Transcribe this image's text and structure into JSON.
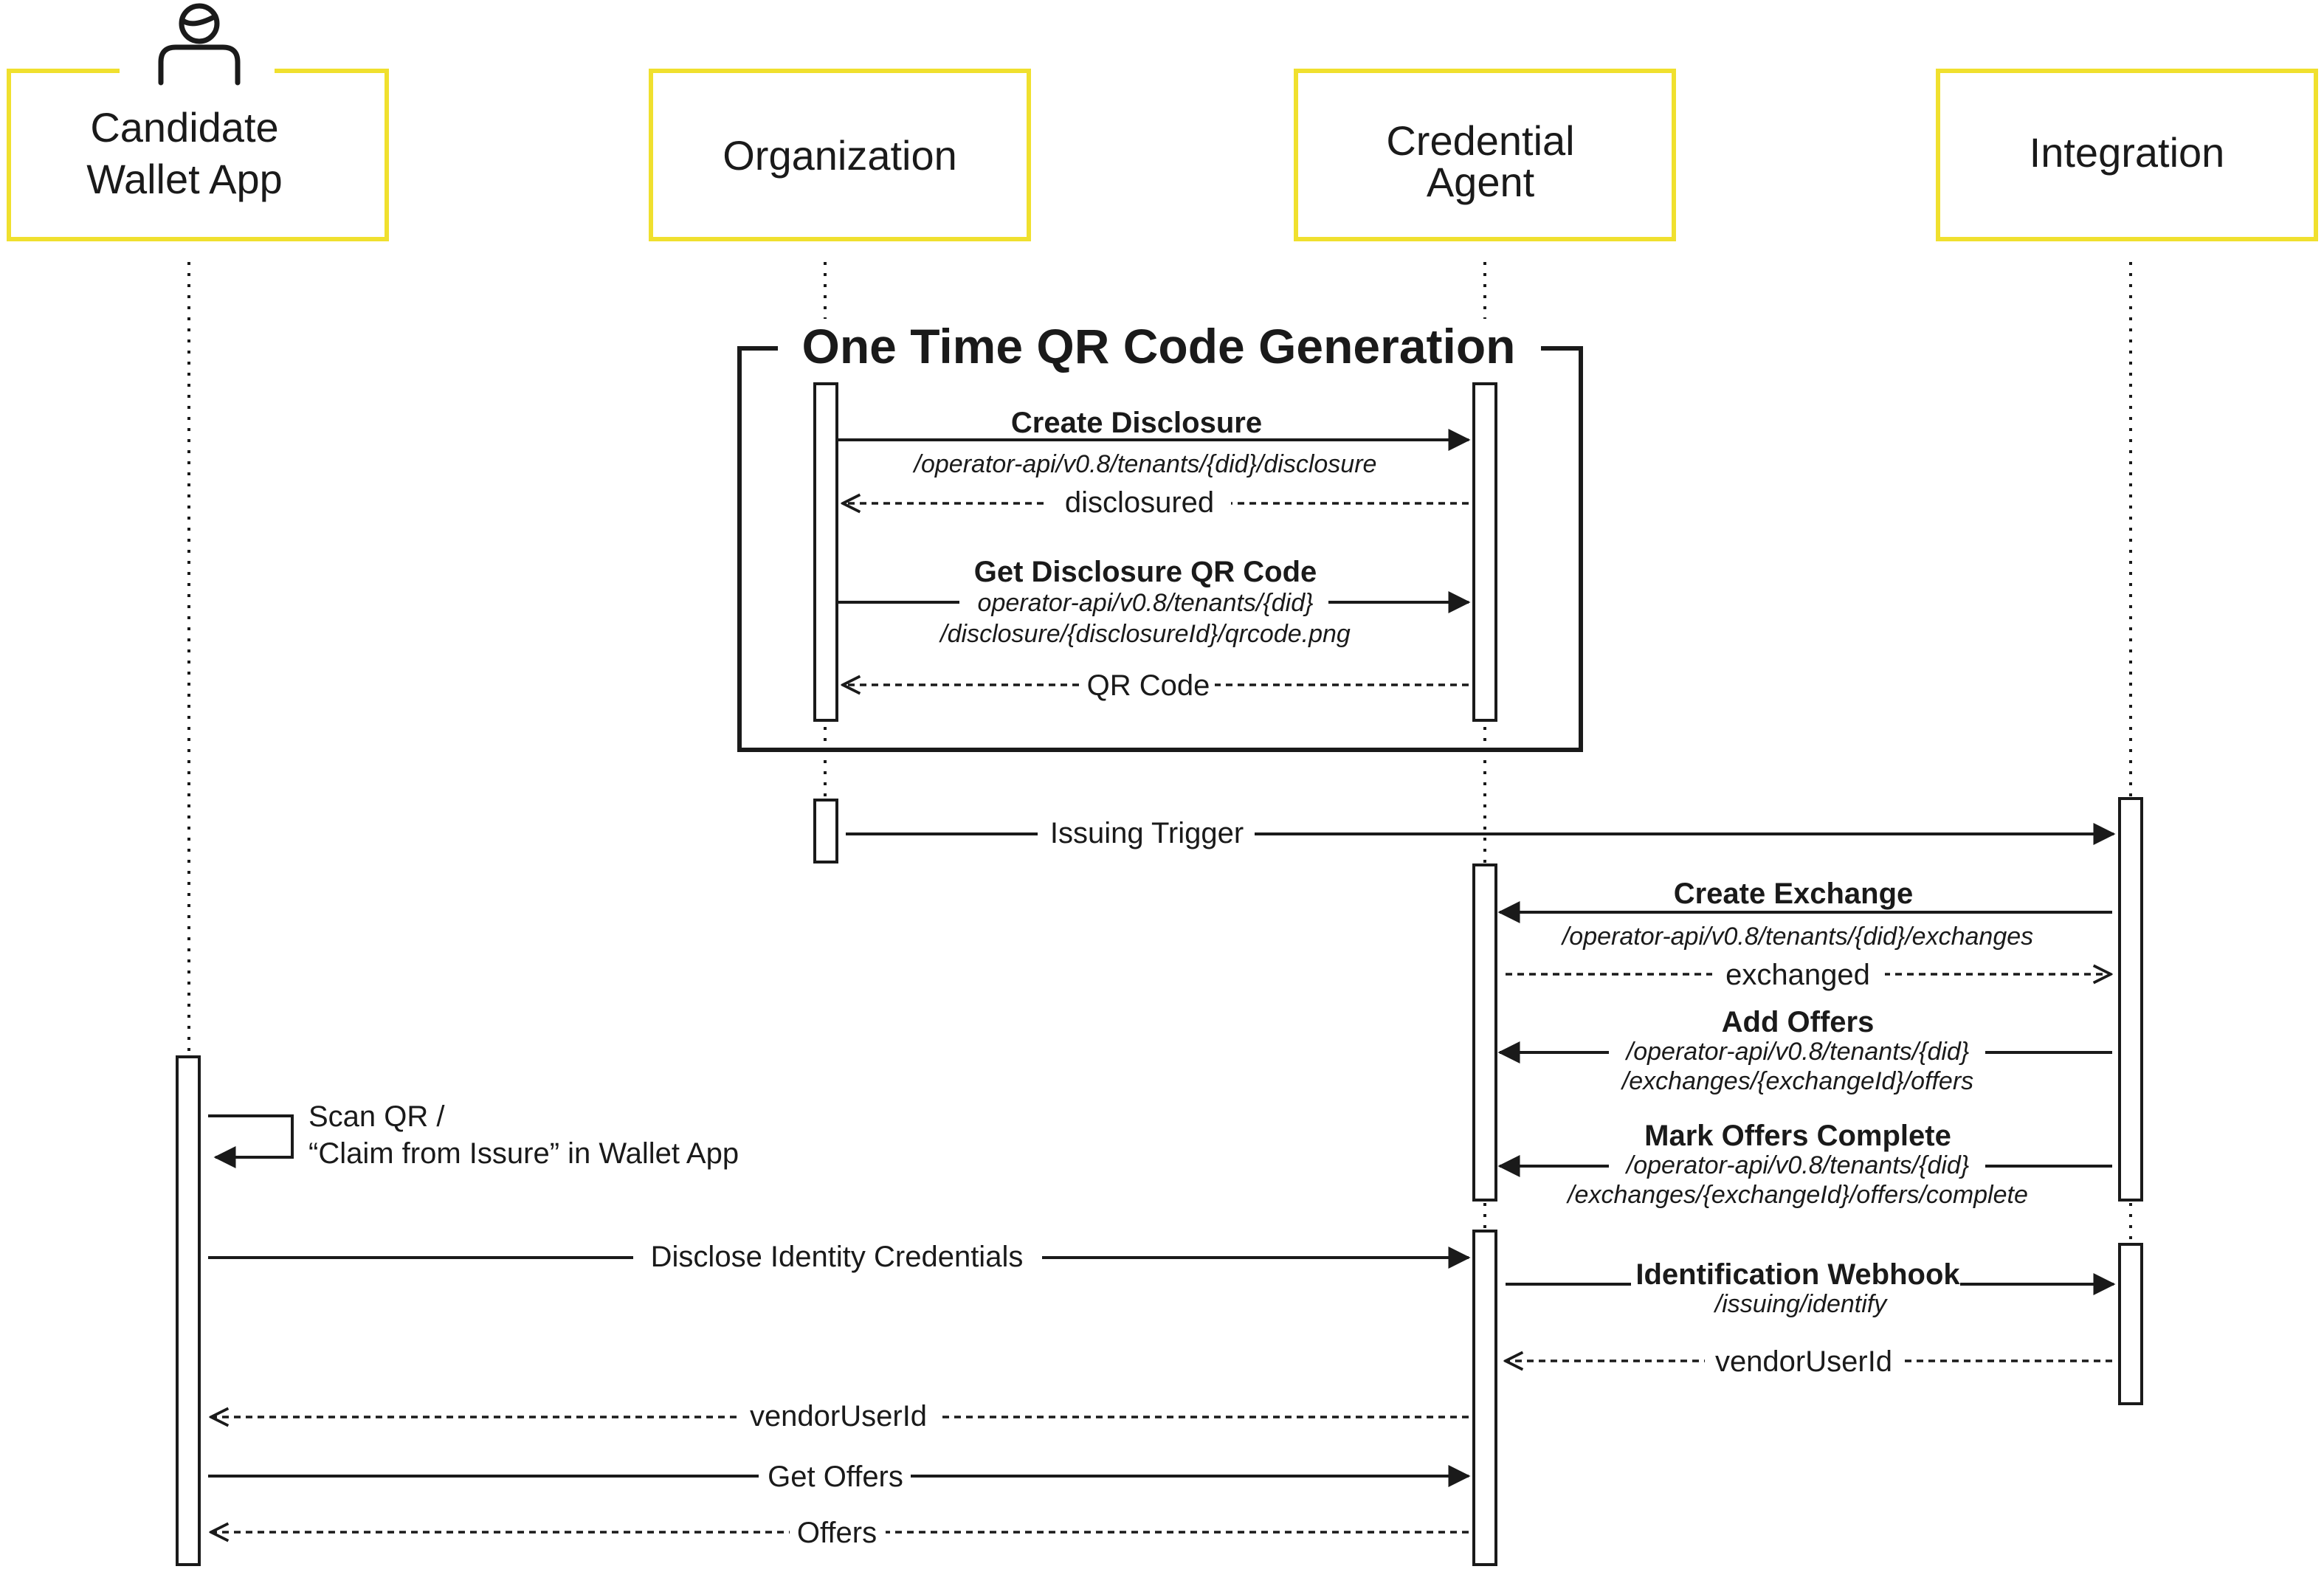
{
  "actors": [
    {
      "id": "wallet",
      "lines": [
        "Candidate",
        "Wallet App"
      ]
    },
    {
      "id": "org",
      "lines": [
        "Organization"
      ]
    },
    {
      "id": "agent",
      "lines": [
        "Credential",
        "Agent"
      ]
    },
    {
      "id": "integration",
      "lines": [
        "Integration"
      ]
    }
  ],
  "icons": {
    "candidate": "user-icon"
  },
  "frame": {
    "title": "One Time QR Code Generation"
  },
  "messages": {
    "create_disclosure": {
      "title": "Create Disclosure",
      "path": "/operator-api/v0.8/tenants/{did}/disclosure"
    },
    "disclosured": {
      "label": "disclosured"
    },
    "get_qr": {
      "title": "Get Disclosure QR Code",
      "path1": "operator-api/v0.8/tenants/{did}",
      "path2": "/disclosure/{disclosureId}/qrcode.png"
    },
    "qr_code": {
      "label": "QR Code"
    },
    "issuing_trigger": {
      "label": "Issuing Trigger"
    },
    "create_exchange": {
      "title": "Create Exchange",
      "path": "/operator-api/v0.8/tenants/{did}/exchanges"
    },
    "exchanged": {
      "label": "exchanged"
    },
    "add_offers": {
      "title": "Add Offers",
      "path1": "/operator-api/v0.8/tenants/{did}",
      "path2": "/exchanges/{exchangeId}/offers"
    },
    "mark_complete": {
      "title": "Mark Offers Complete",
      "path1": "/operator-api/v0.8/tenants/{did}",
      "path2": "/exchanges/{exchangeId}/offers/complete"
    },
    "scan_qr": {
      "line1": "Scan QR /",
      "line2": "“Claim from Issure” in Wallet App"
    },
    "disclose_identity": {
      "label": "Disclose Identity Credentials"
    },
    "identification_webhook": {
      "title": "Identification Webhook",
      "path": "/issuing/identify"
    },
    "vendor_user_id_integration": {
      "label": "vendorUserId"
    },
    "vendor_user_id_wallet": {
      "label": "vendorUserId"
    },
    "get_offers": {
      "label": "Get Offers"
    },
    "offers": {
      "label": "Offers"
    }
  },
  "colors": {
    "actor_border": "#f0e02e",
    "line": "#1a1a1a"
  }
}
